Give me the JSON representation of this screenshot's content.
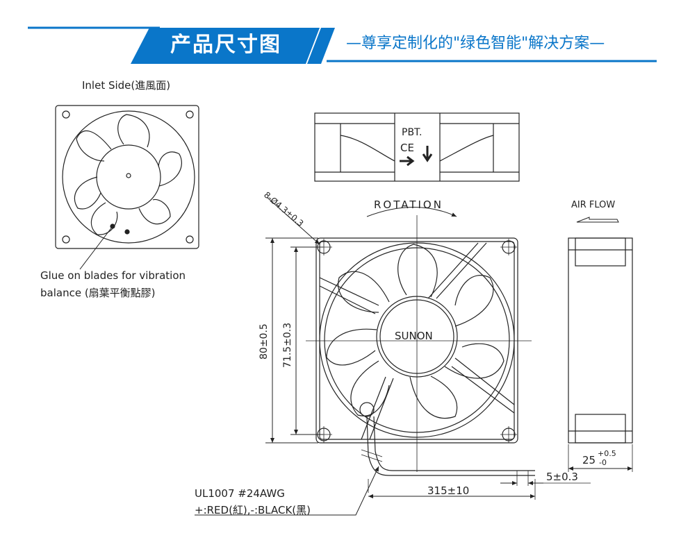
{
  "header": {
    "title": "产品尺寸图",
    "subtitle": "—尊享定制化的\"绿色智能\"解决方案—",
    "accent_color": "#0a76c9"
  },
  "drawing": {
    "inlet_side_label": "Inlet  Side(進風面)",
    "glue_note_line1": "Glue  on  blades  for  vibration",
    "glue_note_line2": "balance  (扇葉平衡點膠)",
    "pbt_label": "PBT.",
    "ce_mark": "CE",
    "rotation_label": "ROTATION",
    "air_flow_label": "AIR  FLOW",
    "hole_dim": "8-Ø4.3±0.3",
    "brand": "SUNON",
    "dim_80": "80±0.5",
    "dim_71_5": "71.5±0.3",
    "dim_25_base": "25",
    "dim_25_plus": "+0.5",
    "dim_25_minus": "-0",
    "dim_5": "5±0.3",
    "dim_315": "315±10",
    "wire_spec_line1": "UL1007  #24AWG",
    "wire_spec_line2": "+:RED(紅),-:BLACK(黑)"
  }
}
